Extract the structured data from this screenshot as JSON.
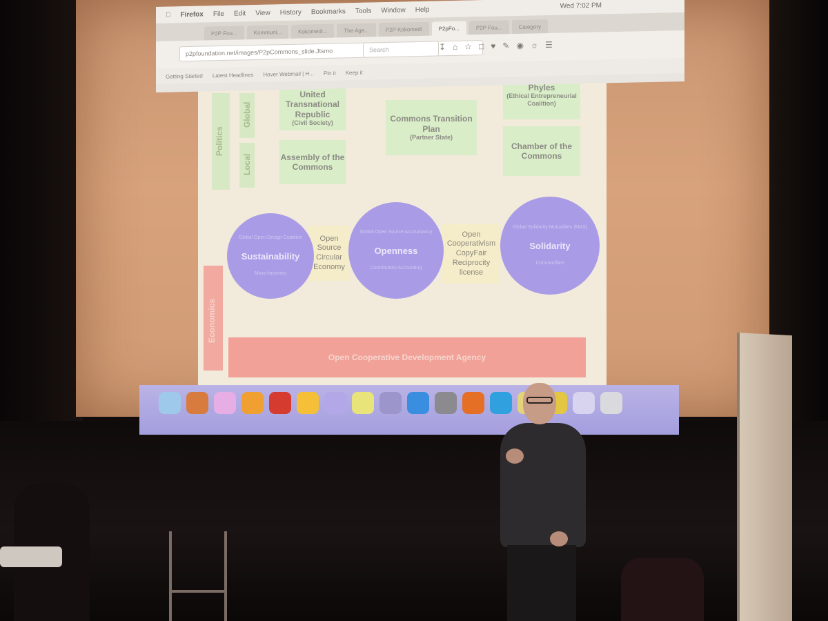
{
  "browser": {
    "menu": [
      "Firefox",
      "File",
      "Edit",
      "View",
      "History",
      "Bookmarks",
      "Tools",
      "Window",
      "Help"
    ],
    "clock": "Wed 7:02 PM",
    "tabs": [
      "P2P Fou...",
      "Kommuni...",
      "Kokomedi...",
      "The Age...",
      "P2P Kokomedi",
      "P2pFo...",
      "P2P Fou...",
      "Category"
    ],
    "url": "p2pfoundation.net/images/P2pCommons_slide.Jtsmo",
    "search_placeholder": "Search",
    "bookmarks": [
      "Getting Started",
      "Latest Headlines",
      "Hover Webmail | H...",
      "Pin it",
      "Keep it"
    ]
  },
  "slide": {
    "politics_label": "Politics",
    "global_label": "Global",
    "local_label": "Local",
    "economics_label": "Economics",
    "boxes": {
      "utr_title": "United Transnational Republic",
      "utr_sub": "(Civil Society)",
      "assembly": "Assembly of the Commons",
      "ctp_title": "Commons Transition Plan",
      "ctp_sub": "(Partner State)",
      "phyles_title": "Phyles",
      "phyles_sub": "(Ethical Entrepreneurial Coalition)",
      "chamber": "Chamber of the Commons"
    },
    "circles": [
      {
        "top": "Global Open Design Coalition",
        "main": "Sustainability",
        "bottom": "Micro-factories"
      },
      {
        "top": "Global Open Source Accountancy",
        "main": "Openness",
        "bottom": "Contributory Accounting"
      },
      {
        "top": "Global Solidarity Mutualities (MAS)",
        "main": "Solidarity",
        "bottom": "Commonfare"
      }
    ],
    "yellow1": "Open Source Circular Economy",
    "yellow2": "Open Cooperativism CopyFair Reciprocity license",
    "agency": "Open Cooperative Development Agency"
  },
  "dock": {
    "icons": [
      "finder-icon",
      "launchpad-icon",
      "itunes-icon",
      "ibooks-icon",
      "acrobat-icon",
      "gimp-icon",
      "photoshop-icon",
      "app-icon",
      "app-icon-2",
      "safari-icon",
      "system-preferences-icon",
      "firefox-icon",
      "skype-icon",
      "preview-icon",
      "chrome-icon",
      "app-icon-3",
      "trash-icon"
    ],
    "colors": [
      "#9fc9ea",
      "#d87b3e",
      "#e7aee6",
      "#f0a030",
      "#d53b2e",
      "#f5c038",
      "#b3a7e8",
      "#e9e47a",
      "#9c95cc",
      "#3a8ee0",
      "#8a8a8f",
      "#e56f24",
      "#31a0df",
      "#e4d37a",
      "#e3c742",
      "#d8d3ef",
      "#d9d9de"
    ]
  }
}
